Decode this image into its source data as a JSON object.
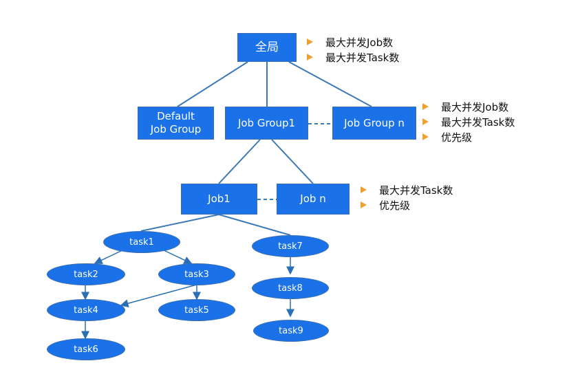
{
  "nodes": {
    "global": "全局",
    "default_group": "Default\nJob Group",
    "job_group1": "Job Group1",
    "job_group_n": "Job Group n",
    "job1": "Job1",
    "job_n": "Job n",
    "task1": "task1",
    "task2": "task2",
    "task3": "task3",
    "task4": "task4",
    "task5": "task5",
    "task6": "task6",
    "task7": "task7",
    "task8": "task8",
    "task9": "task9"
  },
  "notes": {
    "global": [
      "最大并发Job数",
      "最大并发Task数"
    ],
    "job_group": [
      "最大并发Job数",
      "最大并发Task数",
      "优先级"
    ],
    "job": [
      "最大并发Task数",
      "优先级"
    ]
  },
  "colors": {
    "node_fill": "#1b72e8",
    "node_border": "#3d6fb0",
    "line": "#3b78b8",
    "bullet": "#f0a030"
  },
  "icons": {
    "bullet": "orange-arrowhead-icon"
  }
}
